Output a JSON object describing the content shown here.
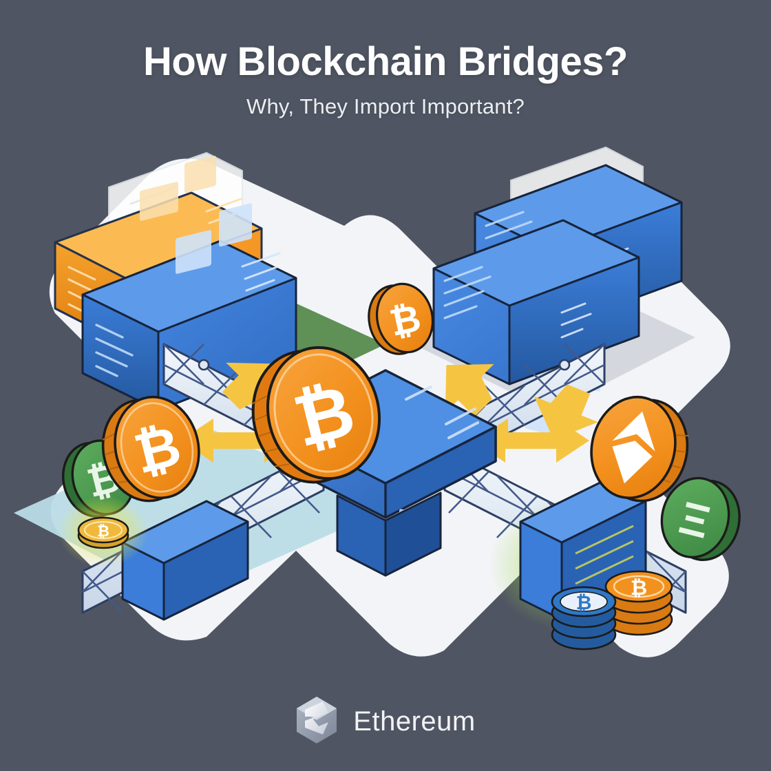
{
  "background_color": "#4f5562",
  "header": {
    "title": "How Blockchain Bridges?",
    "subtitle": "Why, They Import Important?"
  },
  "footer": {
    "brand": "Ethereum",
    "logo_icon": "ethereum-logo-icon"
  },
  "palette": {
    "background": "#4f5562",
    "canvas_white": "#f2f4f7",
    "bitcoin_orange": "#f3911f",
    "bitcoin_orange_dark": "#d97a12",
    "coin_green": "#4c9a4f",
    "coin_green_dark": "#3a7a3d",
    "slab_blue": "#3b7dd8",
    "slab_blue_dark": "#2a62b4",
    "platform_green": "#5f9055",
    "platform_gray": "#d4d8de",
    "platform_lightblue": "#b9dce6",
    "arrow_yellow": "#f5c542",
    "steel_light": "#dfe8f2",
    "steel_outline": "#2d3f63",
    "glow_yellow": "#e8e24a",
    "title_text": "#fdfdfd",
    "subtitle_text": "#eceef1"
  },
  "illustration": {
    "name": "isometric-blockchain-bridge-diagram",
    "canvas_shape": "white-cross-plus-shape",
    "platforms": [
      {
        "name": "green-platform-top-left",
        "color": "#5f9055"
      },
      {
        "name": "gray-platform-top-right",
        "color": "#d4d8de"
      },
      {
        "name": "lightblue-platform-bottom-left",
        "color": "#b9dce6"
      }
    ],
    "nodes": [
      {
        "name": "orange-ledger-slab",
        "label": "orange-blockchain-node",
        "color": "#f3991f",
        "position": "top-left-back"
      },
      {
        "name": "blue-ledger-slab-left",
        "label": "blue-blockchain-node",
        "color": "#3b7dd8",
        "position": "top-left-front"
      },
      {
        "name": "blue-ledger-slab-right-back",
        "label": "blue-blockchain-node",
        "color": "#3b7dd8",
        "position": "top-right-back"
      },
      {
        "name": "blue-ledger-slab-right-front",
        "label": "blue-blockchain-node",
        "color": "#3b7dd8",
        "position": "top-right-front"
      }
    ],
    "bridge": {
      "name": "steel-truss-bridge-cross",
      "spans": 4,
      "hub": {
        "name": "central-bridge-hub-block",
        "color": "#3b7dd8"
      },
      "anchors": [
        {
          "name": "bridge-anchor-block-left",
          "color": "#3b7dd8"
        },
        {
          "name": "bridge-anchor-block-right",
          "color": "#3b7dd8"
        }
      ]
    },
    "coins": [
      {
        "name": "center-bitcoin-coin",
        "symbol": "₿",
        "color": "#f3911f",
        "size": "large",
        "position": "center"
      },
      {
        "name": "left-bitcoin-coin",
        "symbol": "₿",
        "color": "#f3911f",
        "size": "medium",
        "position": "left"
      },
      {
        "name": "left-green-bitcoin-coin",
        "symbol": "₿",
        "color": "#4c9a4f",
        "size": "small",
        "position": "left-behind"
      },
      {
        "name": "left-gold-bitcoin-coin-flat",
        "symbol": "₿",
        "color": "#f0b93c",
        "size": "tiny",
        "position": "bottom-left-floor"
      },
      {
        "name": "top-bitcoin-coin",
        "symbol": "₿",
        "color": "#f3911f",
        "size": "small",
        "position": "upper-center-right"
      },
      {
        "name": "right-ethereum-coin",
        "symbol": "♦",
        "color": "#f3911f",
        "size": "medium",
        "position": "right"
      },
      {
        "name": "right-green-ether-coin",
        "symbol": "Ξ",
        "color": "#4c9a4f",
        "size": "small",
        "position": "right-lower"
      }
    ],
    "coin_stacks": [
      {
        "name": "blue-coin-stack",
        "symbol": "₿",
        "color": "#2f78c8",
        "count": 4,
        "position": "bottom-right"
      },
      {
        "name": "orange-coin-stack",
        "symbol": "₿",
        "color": "#f3911f",
        "count": 4,
        "position": "bottom-right"
      }
    ],
    "arrows": [
      {
        "name": "arrow-center-to-left",
        "direction": "double",
        "color": "#f5c542"
      },
      {
        "name": "arrow-center-to-right",
        "direction": "double",
        "color": "#f5c542"
      },
      {
        "name": "arrow-up-left",
        "direction": "single",
        "color": "#f5c542"
      },
      {
        "name": "arrow-up-right",
        "direction": "single",
        "color": "#f5c542"
      },
      {
        "name": "arrow-down-right",
        "direction": "single",
        "color": "#f5c542"
      }
    ]
  }
}
